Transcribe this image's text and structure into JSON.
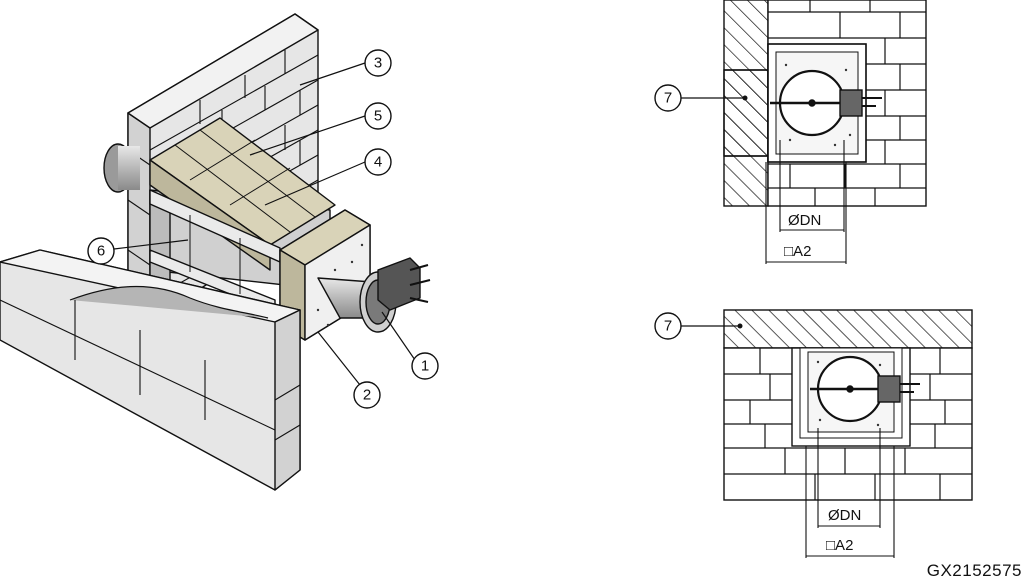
{
  "callouts": {
    "c1": "1",
    "c2": "2",
    "c3": "3",
    "c4": "4",
    "c5": "5",
    "c6": "6",
    "c7_top": "7",
    "c7_bottom": "7"
  },
  "dimensions": {
    "top_dn": "ØDN",
    "top_a2": "□A2",
    "bottom_dn": "ØDN",
    "bottom_a2": "□A2"
  },
  "reference_code": "GX2152575",
  "colors": {
    "brick": "#e4e4e4",
    "brick_dark": "#cfcfcf",
    "board": "#d9d3b8",
    "board_dark": "#bdb79c",
    "pipe": "#bdbdbd",
    "line": "#111111"
  }
}
